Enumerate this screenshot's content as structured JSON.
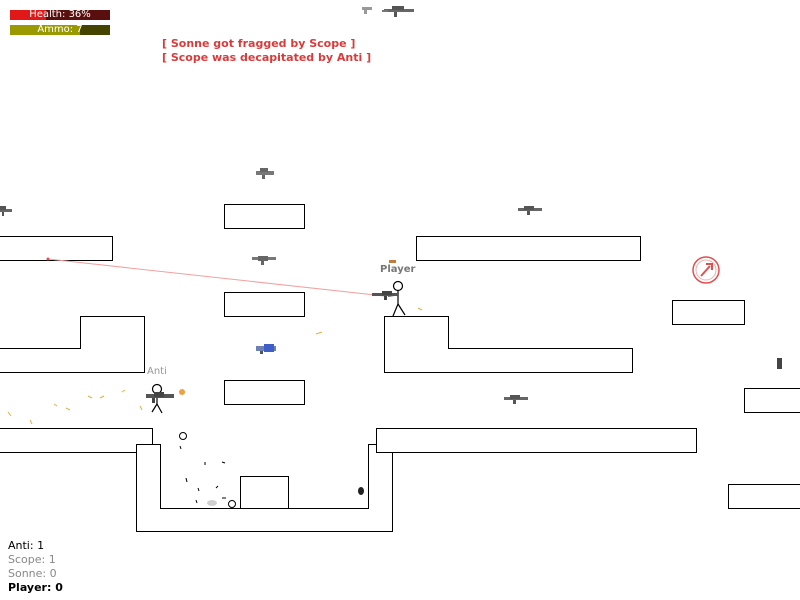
{
  "hud": {
    "health": {
      "label": "Health: 36%",
      "value": 0.36,
      "color": "#e01818"
    },
    "ammo": {
      "label": "Ammo: 7",
      "value": 0.7,
      "color": "#9a9a00"
    }
  },
  "kill_feed": {
    "color": "#d93b3b",
    "messages": [
      "[ Sonne got fragged by Scope ]",
      "[ Scope was decapitated by Anti ]"
    ]
  },
  "characters": {
    "player": {
      "name": "Player",
      "weapon": "rifle-icon"
    },
    "anti": {
      "name": "Anti",
      "weapon": "rifle-icon"
    }
  },
  "pickups": {
    "weapon_icons": [
      "rifle-icon",
      "pistol-icon",
      "shotgun-icon",
      "smg-icon",
      "plasma-gun-icon"
    ],
    "powerup_icon": "red-powerup-icon",
    "powerup_color": "#e05050"
  },
  "scoreboard": [
    {
      "text": "Anti: 1",
      "color": "#000000",
      "bold": false
    },
    {
      "text": "Scope: 1",
      "color": "#888888",
      "bold": false
    },
    {
      "text": "Sonne: 0",
      "color": "#888888",
      "bold": false
    },
    {
      "text": "Player: 0",
      "color": "#000000",
      "bold": true
    }
  ]
}
